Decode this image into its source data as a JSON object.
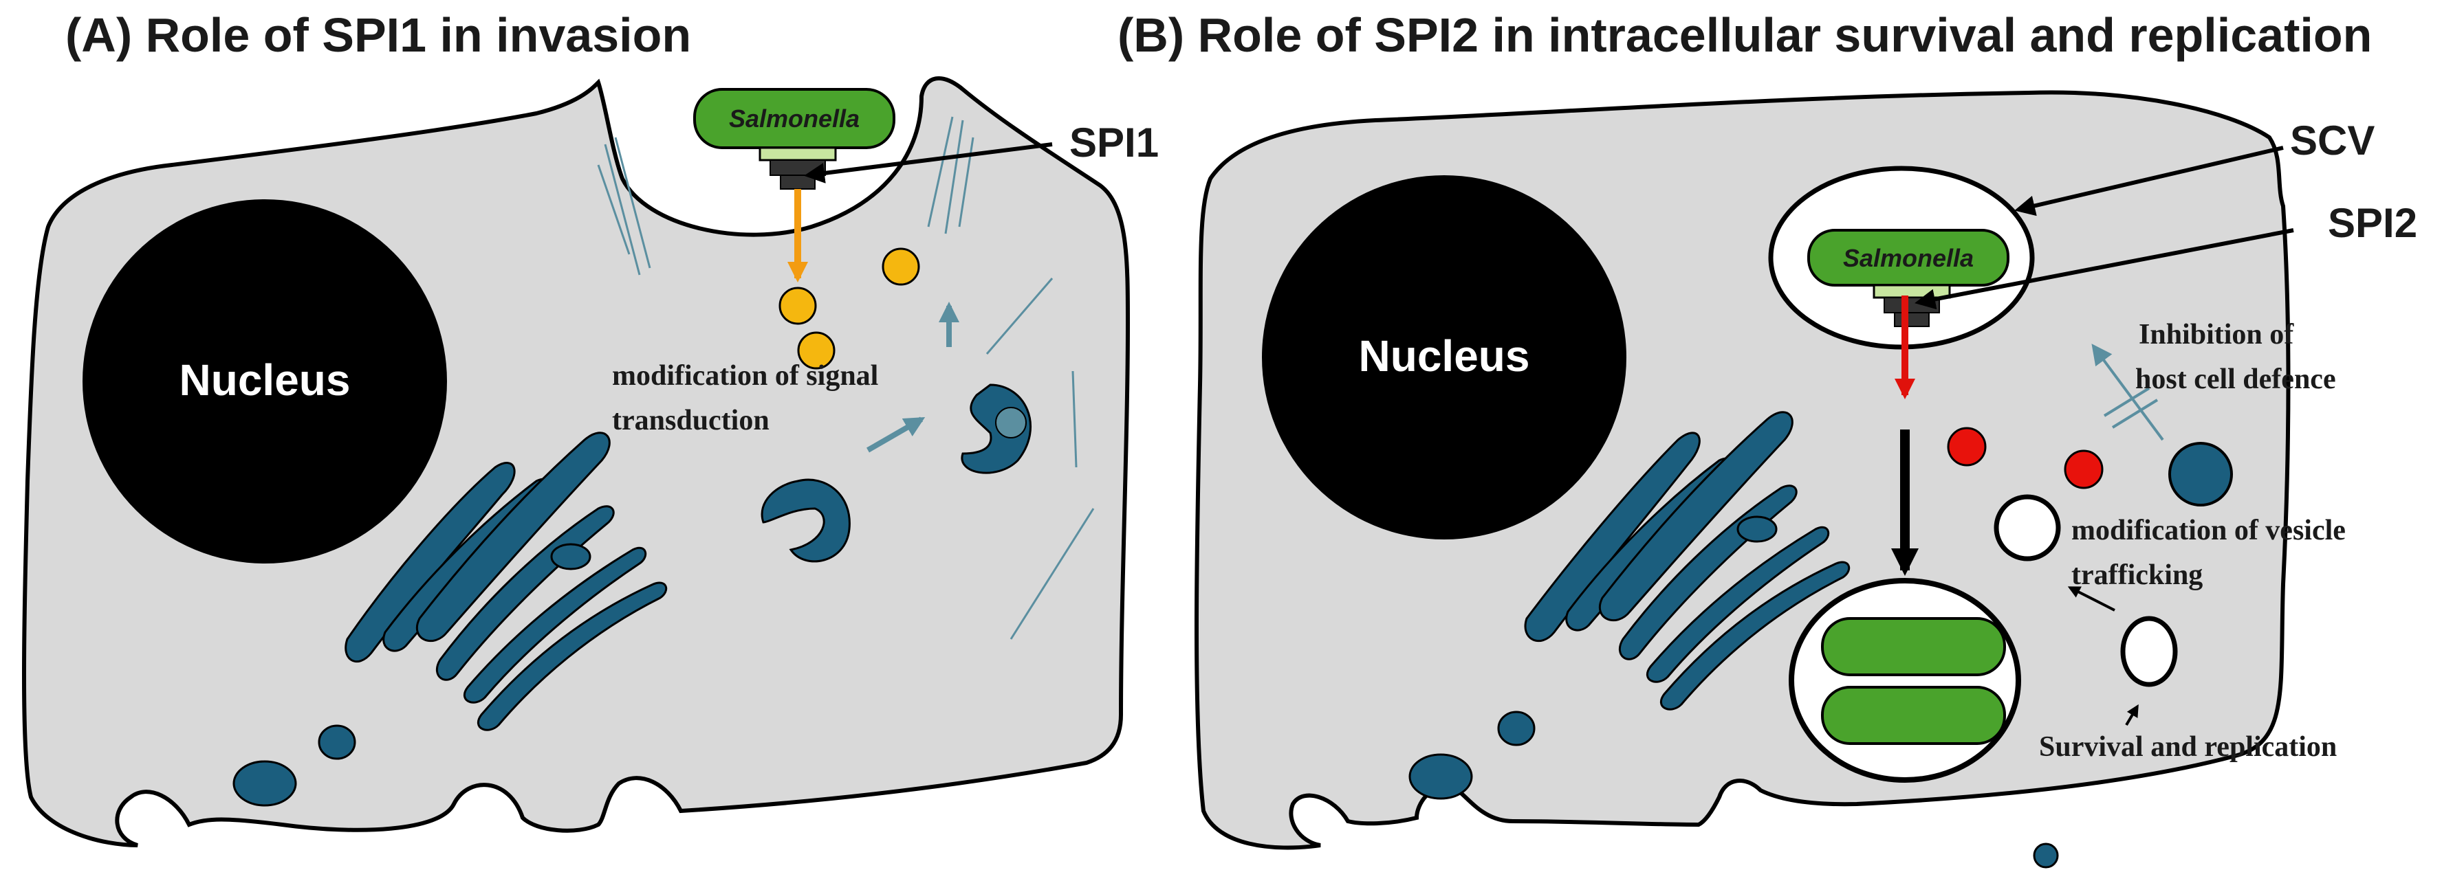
{
  "panel_a": {
    "title": "(A) Role of SPI1 in invasion",
    "nucleus_label": "Nucleus",
    "bacterium_label": "Salmonella",
    "callout_label": "SPI1",
    "note_line1": "modification of signal",
    "note_line2": "transduction"
  },
  "panel_b": {
    "title": "(B) Role of SPI2 in intracellular survival and  replication",
    "nucleus_label": "Nucleus",
    "bacterium_label": "Salmonella",
    "scv_label": "SCV",
    "callout_label": "SPI2",
    "note_defence_line1": "Inhibition of",
    "note_defence_line2": "host cell defence",
    "note_vesicle_line1": "modification of vesicle",
    "note_vesicle_line2": "trafficking",
    "note_survival": "Survival  and replication"
  },
  "colors": {
    "cell_fill": "#d9d9d9",
    "organelle": "#1b5e7e",
    "bacterium": "#4aa32c",
    "effector_yellow": "#f5b70f",
    "effector_red": "#e8120c",
    "arrow_orange": "#f39c12",
    "arrow_red": "#e0120c",
    "arrow_teal": "#5b8fa0",
    "nucleus": "#000000"
  }
}
